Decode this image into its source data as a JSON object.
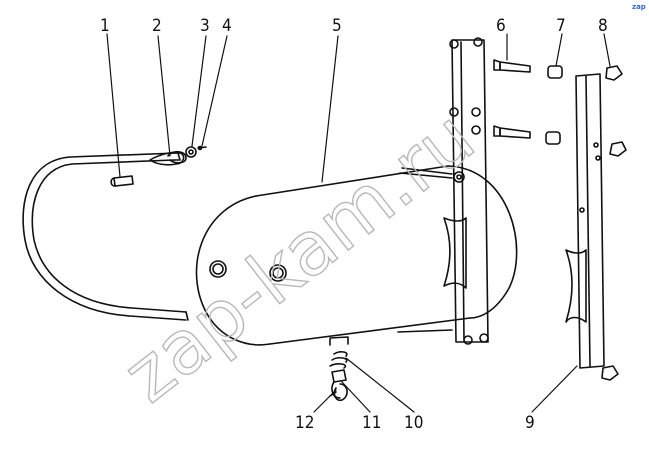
{
  "diagram": {
    "labels": {
      "p1": "1",
      "p2": "2",
      "p3": "3",
      "p4": "4",
      "p5": "5",
      "p6": "6",
      "p7": "7",
      "p8": "8",
      "p9": "9",
      "p10": "10",
      "p11": "11",
      "p12": "12"
    },
    "watermark": "zap-kam.ru",
    "corner_mark": "zap",
    "colors": {
      "line": "#111111",
      "watermark": "#b8b8b8",
      "corner_mark": "#2c6bd6"
    }
  }
}
